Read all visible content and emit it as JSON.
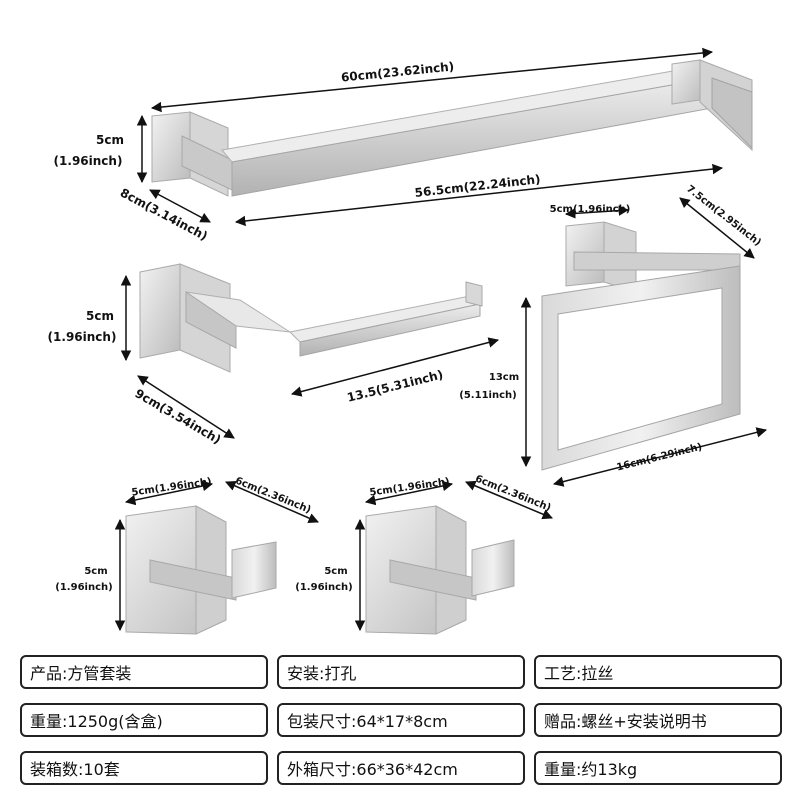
{
  "dimensions": {
    "towel_bar": {
      "total_length": "60cm(23.62inch)",
      "bar_length": "56.5cm(22.24inch)",
      "height_cm": "5cm",
      "height_inch": "(1.96inch)",
      "depth": "8cm(3.14inch)"
    },
    "paper_holder": {
      "height_cm": "5cm",
      "height_inch": "(1.96inch)",
      "length": "13.5(5.31inch)",
      "depth": "9cm(3.54inch)"
    },
    "towel_ring": {
      "base_width": "5cm(1.96inch)",
      "depth": "7.5cm(2.95inch)",
      "height_cm": "13cm",
      "height_inch": "(5.11inch)",
      "width": "16cm(6.29inch)"
    },
    "hook_left": {
      "width": "5cm(1.96inch)",
      "depth": "6cm(2.36inch)",
      "height_cm": "5cm",
      "height_inch": "(1.96inch)"
    },
    "hook_right": {
      "width": "5cm(1.96inch)",
      "depth": "6cm(2.36inch)",
      "height_cm": "5cm",
      "height_inch": "(1.96inch)"
    }
  },
  "specs": [
    [
      "产品:方管套装",
      "安装:打孔",
      "工艺:拉丝"
    ],
    [
      "重量:1250g(含盒)",
      "包装尺寸:64*17*8cm",
      "赠品:螺丝+安装说明书"
    ],
    [
      "装箱数:10套",
      "外箱尺寸:66*36*42cm",
      "重量:约13kg"
    ]
  ],
  "colors": {
    "steel_light": "#e4e4e4",
    "steel_mid": "#c8c8c8",
    "steel_dark": "#9a9a9a",
    "line": "#111111"
  }
}
